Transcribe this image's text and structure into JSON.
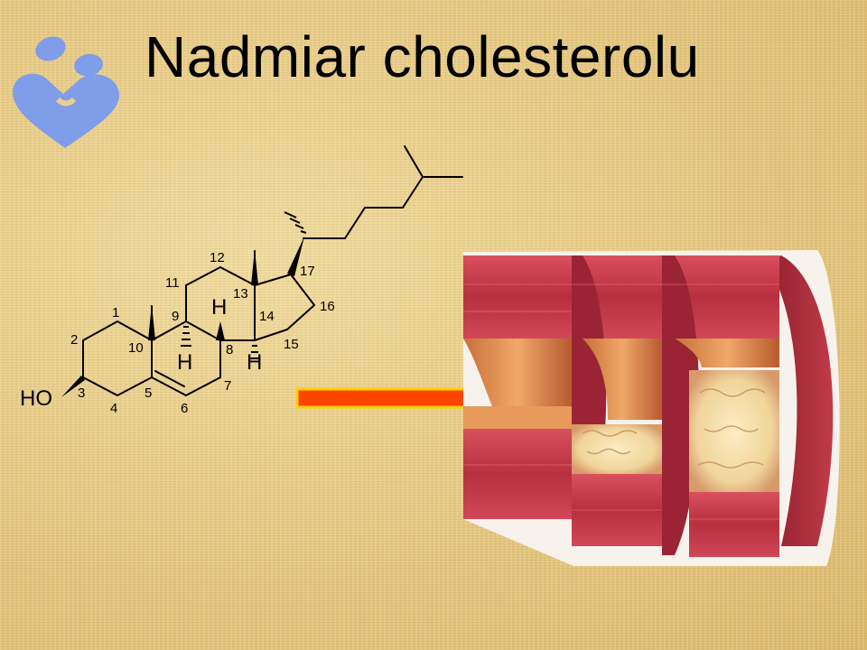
{
  "slide": {
    "title": "Nadmiar cholesterolu",
    "logo_icon": "people-heart-logo-icon",
    "colors": {
      "background": "#e8cf8f",
      "logo": "#7f9de8",
      "arrow_fill": "#ff4400",
      "arrow_outline": "#ffd200",
      "artery_wall": "#c03a48",
      "plaque": "#f3dca0"
    }
  },
  "molecule": {
    "name_icon": "cholesterol-structure-icon",
    "atom_labels": {
      "hydroxyl": "HO",
      "h9": "H",
      "h8": "H",
      "h14": "H"
    },
    "locants": {
      "c1": "1",
      "c2": "2",
      "c3": "3",
      "c4": "4",
      "c5": "5",
      "c6": "6",
      "c7": "7",
      "c8": "8",
      "c9": "9",
      "c10": "10",
      "c11": "11",
      "c12": "12",
      "c13": "13",
      "c14": "14",
      "c15": "15",
      "c16": "16",
      "c17": "17"
    }
  },
  "arrow": {
    "icon": "right-arrow-icon"
  },
  "illustration": {
    "icon": "artery-plaque-stages-icon",
    "stages": 3
  }
}
